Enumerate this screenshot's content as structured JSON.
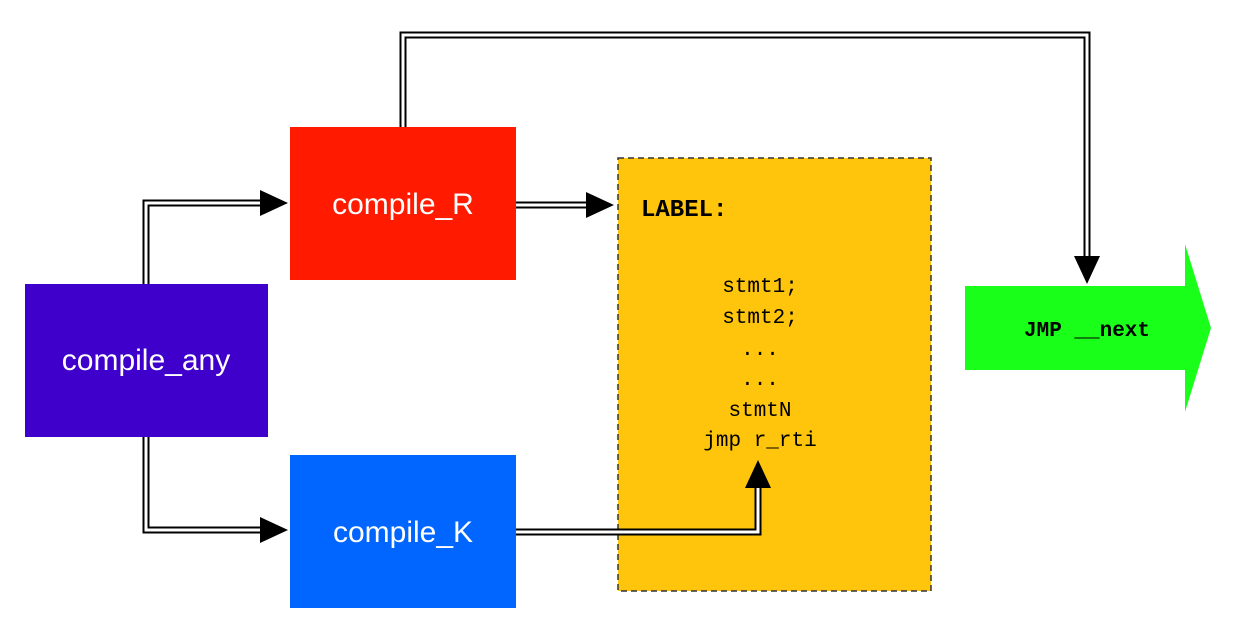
{
  "nodes": {
    "compile_any": {
      "label": "compile_any",
      "color": "#4000cc"
    },
    "compile_R": {
      "label": "compile_R",
      "color": "#ff1a00"
    },
    "compile_K": {
      "label": "compile_K",
      "color": "#0066ff"
    },
    "label_block": {
      "color": "#ffc50d",
      "heading": "LABEL:",
      "lines": [
        "stmt1;",
        "stmt2;",
        "...",
        "...",
        "stmtN",
        "jmp r_rti"
      ]
    },
    "jmp_next": {
      "label": "JMP __next",
      "color": "#1aff1a"
    }
  }
}
